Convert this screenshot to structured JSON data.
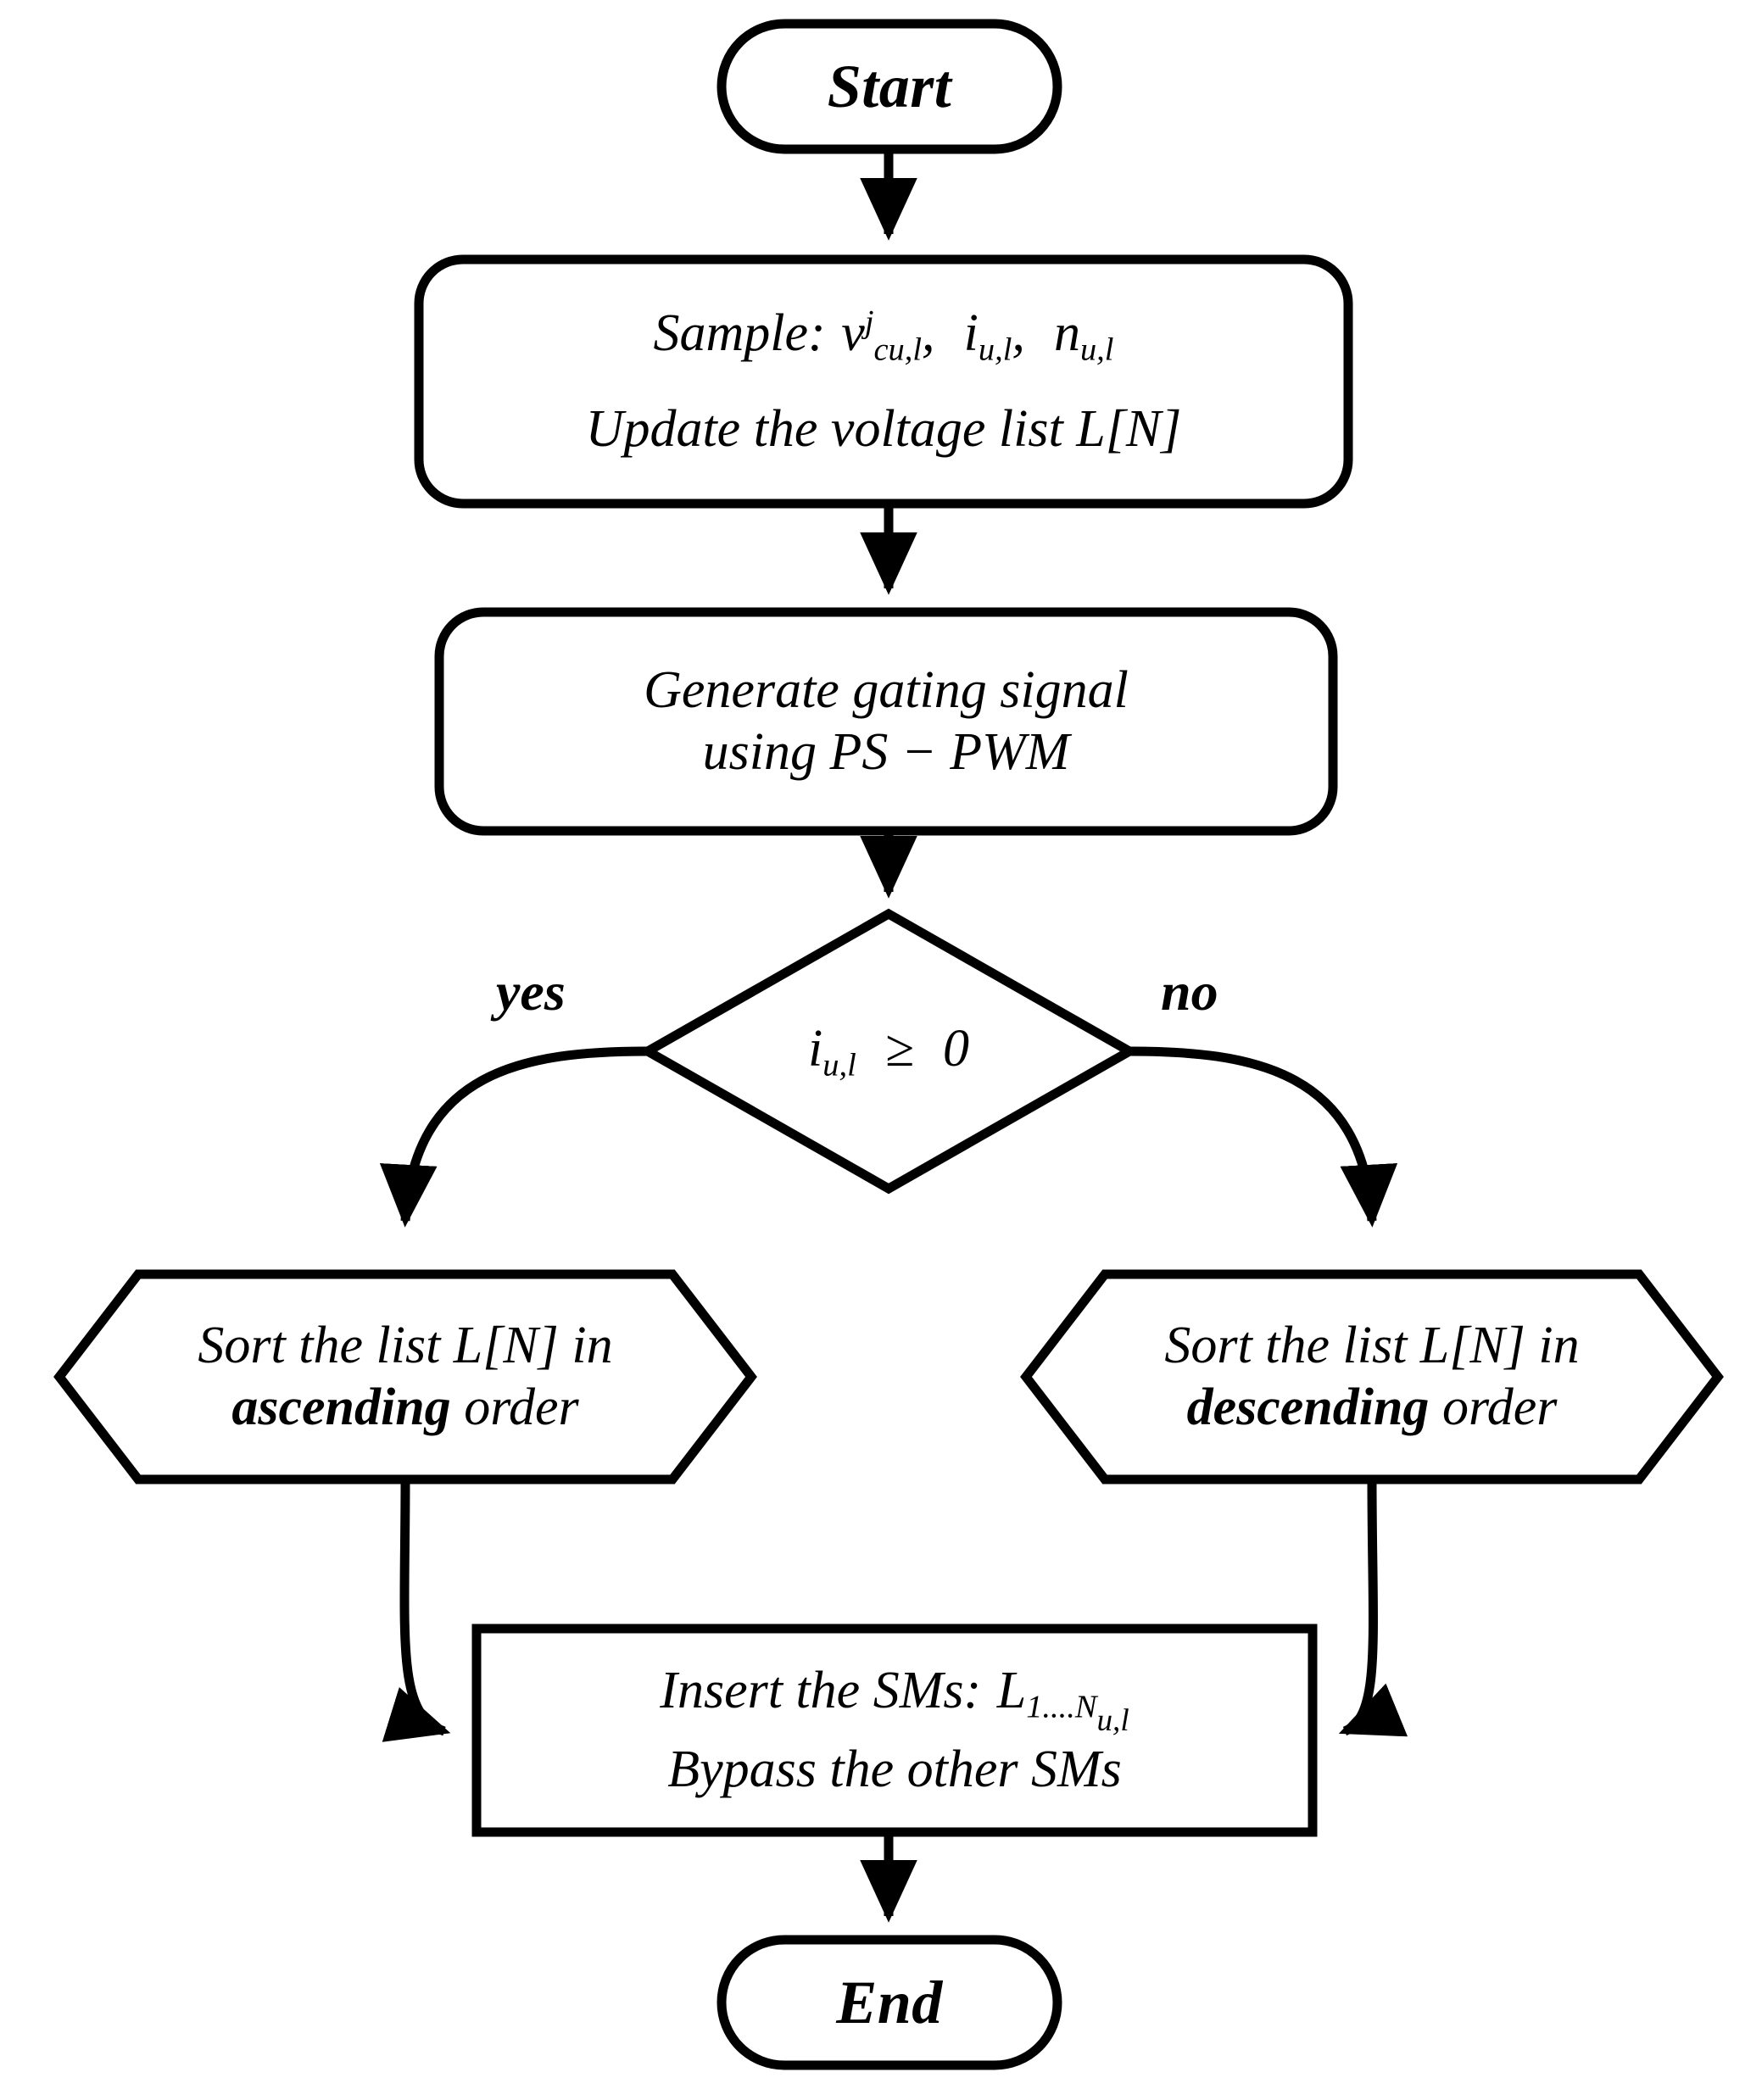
{
  "diagram": {
    "title": "Capacitor voltage balancing sorting algorithm flowchart",
    "type": "flowchart",
    "background_color": "#ffffff",
    "stroke_color": "#000000",
    "text_color": "#000000"
  },
  "nodes": {
    "start": {
      "shape": "terminator",
      "label": "Start"
    },
    "sample": {
      "shape": "rounded-rectangle",
      "line1_prefix": "Sample:",
      "line1_var1_base": "v",
      "line1_var1_sup": "j",
      "line1_var1_sub": "cu,l",
      "line1_sep1": ",",
      "line1_var2_base": "i",
      "line1_var2_sub": "u,l",
      "line1_sep2": ",",
      "line1_var3_base": "n",
      "line1_var3_sub": "u,l",
      "line2": "Update the voltage list L[N]"
    },
    "gating": {
      "shape": "rounded-rectangle",
      "line1": "Generate gating signal",
      "line2": "using PS − PWM"
    },
    "decision": {
      "shape": "diamond",
      "var_base": "i",
      "var_sub": "u,l",
      "operator": "≥",
      "value": "0"
    },
    "sort_ascending": {
      "shape": "hexagon",
      "line1": "Sort the list L[N] in",
      "line2_bold": "ascending",
      "line2_rest": "order"
    },
    "sort_descending": {
      "shape": "hexagon",
      "line1": "Sort the list L[N] in",
      "line2_bold": "descending",
      "line2_rest": "order"
    },
    "insert": {
      "shape": "rectangle",
      "line1_prefix": "Insert the SMs:",
      "line1_var_base": "L",
      "line1_var_sub_num": "1....N",
      "line1_var_subsub": "u,l",
      "line2": "Bypass the other SMs"
    },
    "end": {
      "shape": "terminator",
      "label": "End"
    }
  },
  "edges": {
    "start_to_sample": {
      "label": ""
    },
    "sample_to_gating": {
      "label": ""
    },
    "gating_to_decision": {
      "label": ""
    },
    "decision_yes": {
      "label": "yes"
    },
    "decision_no": {
      "label": "no"
    },
    "ascending_to_insert": {
      "label": ""
    },
    "descending_to_insert": {
      "label": ""
    },
    "insert_to_end": {
      "label": ""
    }
  }
}
